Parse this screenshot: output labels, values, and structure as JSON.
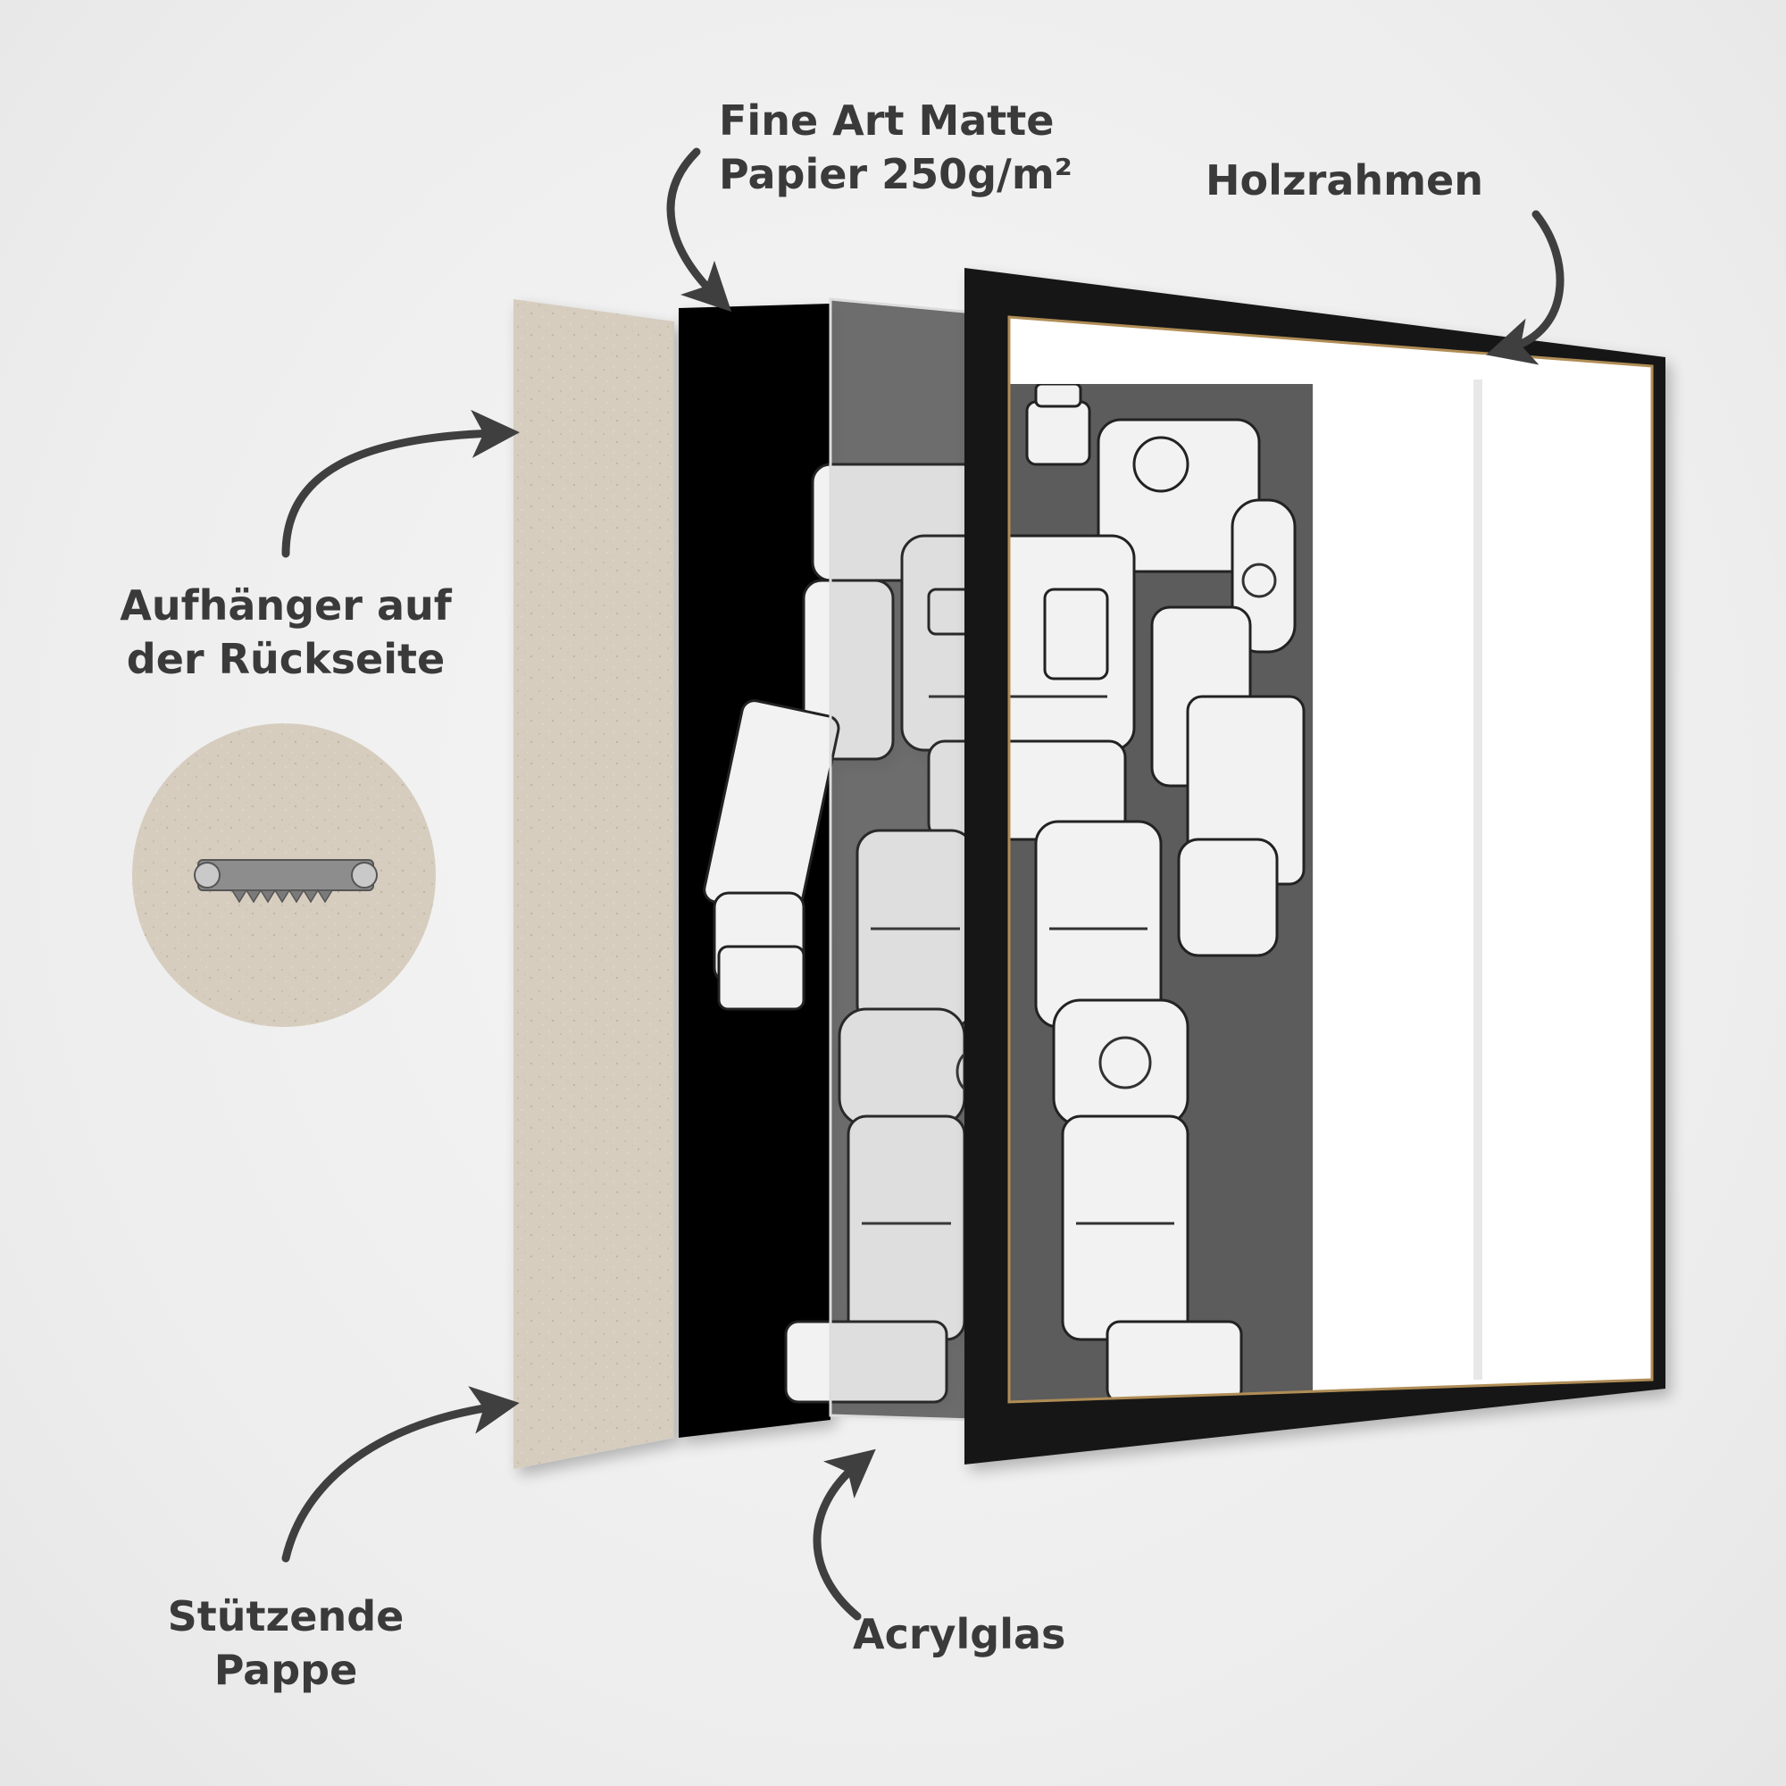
{
  "labels": {
    "paper": {
      "line1": "Fine Art Matte",
      "line2": "Papier 250g/m²"
    },
    "frame": {
      "line1": "Holzrahmen"
    },
    "hanger": {
      "line1": "Aufhänger auf",
      "line2": "der Rückseite"
    },
    "backing": {
      "line1": "Stützende",
      "line2": "Pappe"
    },
    "glass": {
      "line1": "Acrylglas"
    }
  },
  "colors": {
    "text": "#3a3a3a",
    "arrow": "#3f3f3f",
    "cardboard": "#d6cdbf",
    "frame": "#151515",
    "paper": "#000000",
    "glass_tint": "#5a5a5a"
  },
  "icons": {
    "hanger": "sawtooth-hanger-icon",
    "robot": "robot-illustration"
  }
}
